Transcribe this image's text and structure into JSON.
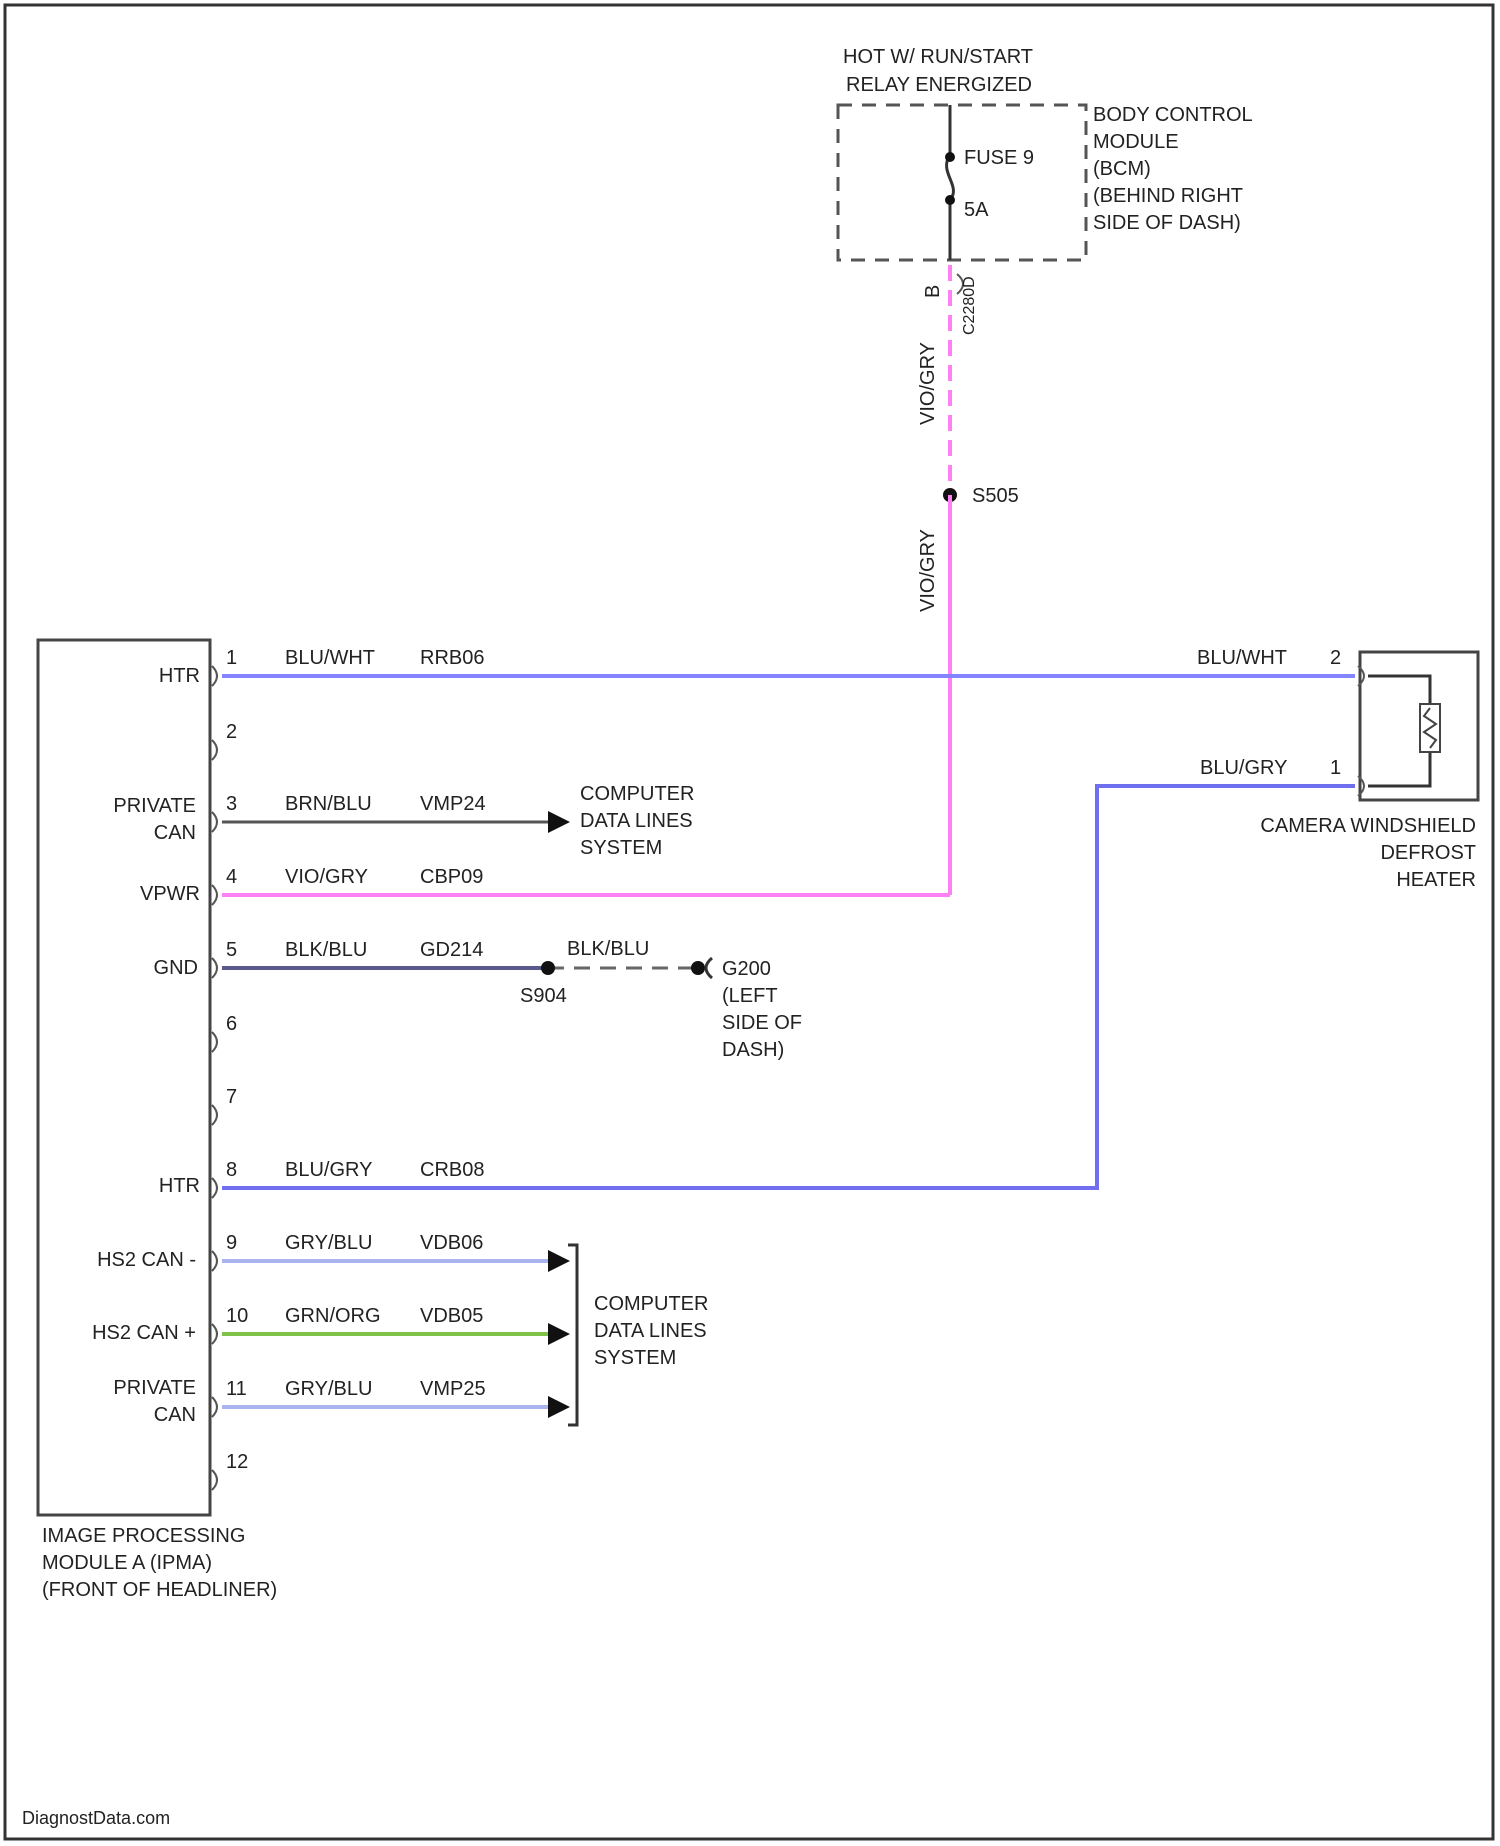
{
  "header": {
    "hot_line1": "HOT W/ RUN/START",
    "hot_line2": "RELAY ENERGIZED"
  },
  "bcm": {
    "label_lines": [
      "BODY CONTROL",
      "MODULE",
      "(BCM)",
      "(BEHIND RIGHT",
      "SIDE OF DASH)"
    ],
    "fuse_label": "FUSE 9",
    "fuse_rating": "5A",
    "pin": "B",
    "connector": "C2280D"
  },
  "splice_top": {
    "id": "S505"
  },
  "vertical_wire": {
    "upper_color_code": "VIO/GRY",
    "lower_color_code": "VIO/GRY"
  },
  "ipma": {
    "label_lines": [
      "IMAGE PROCESSING",
      "MODULE A (IPMA)",
      "(FRONT OF HEADLINER)"
    ],
    "pins": [
      {
        "num": "1",
        "name": "HTR",
        "color": "BLU/WHT",
        "circuit": "RRB06"
      },
      {
        "num": "2",
        "name": "",
        "color": "",
        "circuit": ""
      },
      {
        "num": "3",
        "name": "PRIVATE CAN",
        "color": "BRN/BLU",
        "circuit": "VMP24"
      },
      {
        "num": "4",
        "name": "VPWR",
        "color": "VIO/GRY",
        "circuit": "CBP09"
      },
      {
        "num": "5",
        "name": "GND",
        "color": "BLK/BLU",
        "circuit": "GD214"
      },
      {
        "num": "6",
        "name": "",
        "color": "",
        "circuit": ""
      },
      {
        "num": "7",
        "name": "",
        "color": "",
        "circuit": ""
      },
      {
        "num": "8",
        "name": "HTR",
        "color": "BLU/GRY",
        "circuit": "CRB08"
      },
      {
        "num": "9",
        "name": "HS2 CAN -",
        "color": "GRY/BLU",
        "circuit": "VDB06"
      },
      {
        "num": "10",
        "name": "HS2 CAN +",
        "color": "GRN/ORG",
        "circuit": "VDB05"
      },
      {
        "num": "11",
        "name": "PRIVATE CAN",
        "color": "GRY/BLU",
        "circuit": "VMP25"
      },
      {
        "num": "12",
        "name": "",
        "color": "",
        "circuit": ""
      }
    ]
  },
  "ground": {
    "splice": "S904",
    "color_code": "BLK/BLU",
    "point": "G200",
    "location_lines": [
      "(LEFT",
      "SIDE OF",
      "DASH)"
    ]
  },
  "data_lines_1": {
    "label_lines": [
      "COMPUTER",
      "DATA LINES",
      "SYSTEM"
    ]
  },
  "data_lines_2": {
    "label_lines": [
      "COMPUTER",
      "DATA LINES",
      "SYSTEM"
    ]
  },
  "heater": {
    "label_lines": [
      "CAMERA WINDSHIELD",
      "DEFROST",
      "HEATER"
    ],
    "pin2_num": "2",
    "pin2_color": "BLU/WHT",
    "pin1_num": "1",
    "pin1_color": "BLU/GRY"
  },
  "footer": {
    "watermark": "DiagnostData.com"
  },
  "colors": {
    "blu_wht": "#8484ff",
    "blu_gry": "#6f6ff0",
    "vio_gry": "#ff7ff5",
    "brn_blu": "#555555",
    "blk_blu": "#5a5a8a",
    "gry_blu": "#a9b3ee",
    "grn_org": "#7fc24a"
  }
}
